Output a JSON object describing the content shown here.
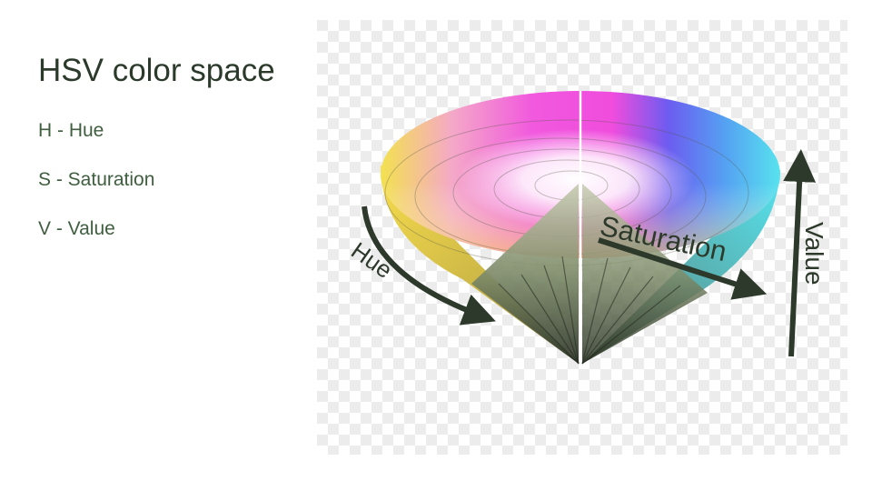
{
  "slide": {
    "title": "HSV color space",
    "bullets": [
      "H - Hue",
      "S - Saturation",
      "V - Value"
    ]
  },
  "diagram": {
    "labels": {
      "hue": "Hue",
      "saturation": "Saturation",
      "value": "Value"
    },
    "colors": {
      "text": "#2b3a2b",
      "bullet": "#3f5e3f",
      "arrow": "#2d3a2b",
      "magenta": "#f04fe0",
      "blue": "#5a50f2",
      "cyan": "#55e4ef",
      "yellow": "#f6dc4c",
      "shade": "#7c8a6a"
    }
  }
}
